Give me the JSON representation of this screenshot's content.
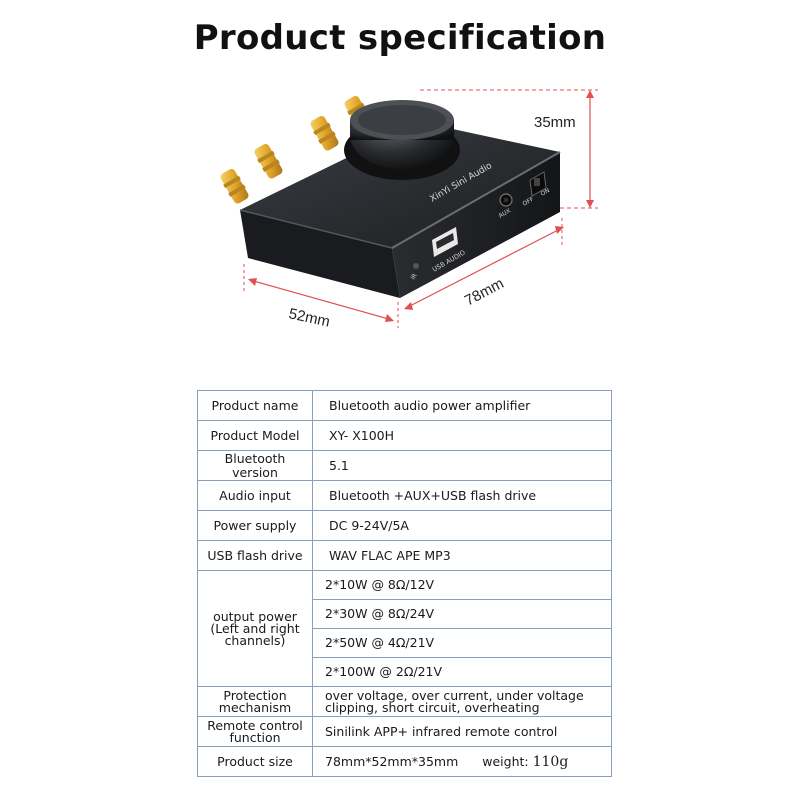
{
  "title": "Product specification",
  "product_image": {
    "brand_text": "XinYi Sini Audio",
    "usb_label": "USB AUDIO",
    "aux_label": "AUX",
    "off_label": "OFF",
    "on_label": "ON",
    "ir_label": "IR",
    "dimensions": {
      "height": "35mm",
      "width": "52mm",
      "length": "78mm"
    }
  },
  "specs": {
    "product_name": {
      "label": "Product name",
      "value": "Bluetooth audio power amplifier"
    },
    "product_model": {
      "label": "Product Model",
      "value": "XY- X100H"
    },
    "bluetooth_version": {
      "label": "Bluetooth version",
      "value": "5.1"
    },
    "audio_input": {
      "label": "Audio input",
      "value": "Bluetooth +AUX+USB flash drive"
    },
    "power_supply": {
      "label": "Power supply",
      "value": "DC 9-24V/5A"
    },
    "usb_flash_drive": {
      "label": "USB flash drive",
      "value": "WAV FLAC APE MP3"
    },
    "output_power": {
      "label_line1": "output power",
      "label_line2": "(Left and right",
      "label_line3": "channels)",
      "values": [
        "2*10W @ 8Ω/12V",
        "2*30W @ 8Ω/24V",
        "2*50W @ 4Ω/21V",
        "2*100W @ 2Ω/21V"
      ]
    },
    "protection": {
      "label_line1": "Protection",
      "label_line2": "mechanism",
      "value_line1": "over voltage, over current, under voltage",
      "value_line2": "clipping, short circuit, overheating"
    },
    "remote_control": {
      "label_line1": "Remote control",
      "label_line2": "function",
      "value": "Sinilink APP+ infrared remote control"
    },
    "product_size": {
      "label": "Product size",
      "value": "78mm*52mm*35mm",
      "weight_label": "weight:",
      "weight_value": "110g"
    }
  }
}
